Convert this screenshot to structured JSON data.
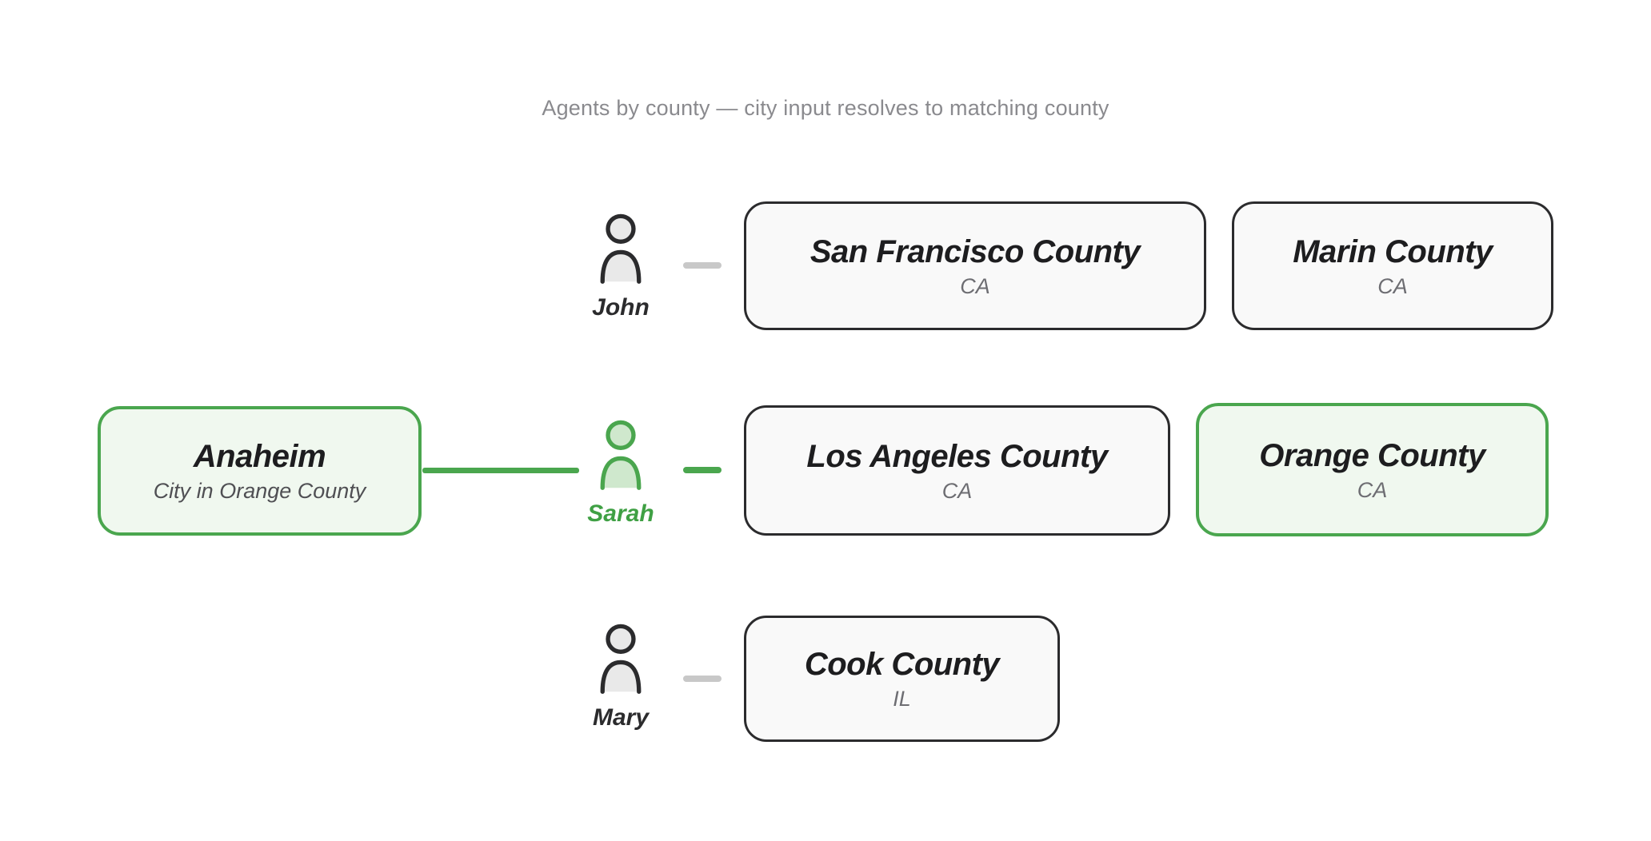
{
  "title": "Agents by county — city input resolves to matching county",
  "colors": {
    "green": "#4aa64e",
    "green_text": "#3fa044",
    "green_fill": "#f0f8ef",
    "green_icon_fill": "#cfe8cd",
    "dark": "#2b2b2d",
    "ink": "#1d1d1f",
    "box_fill": "#f9f9f9",
    "muted": "#6d6d72",
    "gray_connector": "#c8c8c8",
    "title_color": "#8a8a8e"
  },
  "input_city": {
    "label": "Anaheim",
    "sublabel": "City in Orange County",
    "highlighted": true
  },
  "agents": [
    {
      "name": "John",
      "highlighted": false,
      "counties": [
        {
          "name": "San Francisco County",
          "state": "CA",
          "highlighted": false
        },
        {
          "name": "Marin County",
          "state": "CA",
          "highlighted": false
        }
      ]
    },
    {
      "name": "Sarah",
      "highlighted": true,
      "counties": [
        {
          "name": "Los Angeles County",
          "state": "CA",
          "highlighted": false
        },
        {
          "name": "Orange County",
          "state": "CA",
          "highlighted": true
        }
      ]
    },
    {
      "name": "Mary",
      "highlighted": false,
      "counties": [
        {
          "name": "Cook County",
          "state": "IL",
          "highlighted": false
        }
      ]
    }
  ]
}
